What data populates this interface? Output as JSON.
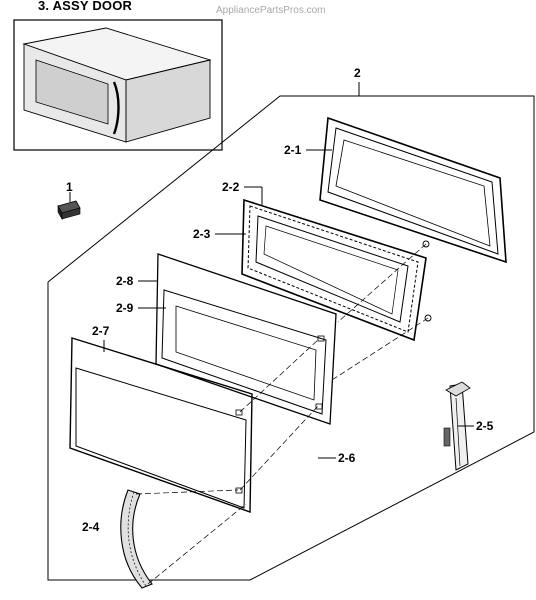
{
  "title": "3. ASSY DOOR",
  "watermark": "AppliancePartsPros.com",
  "callouts": {
    "c1": "1",
    "c2": "2",
    "c2_1": "2-1",
    "c2_2": "2-2",
    "c2_3": "2-3",
    "c2_4": "2-4",
    "c2_5": "2-5",
    "c2_6": "2-6",
    "c2_7": "2-7",
    "c2_8": "2-8",
    "c2_9": "2-9"
  }
}
